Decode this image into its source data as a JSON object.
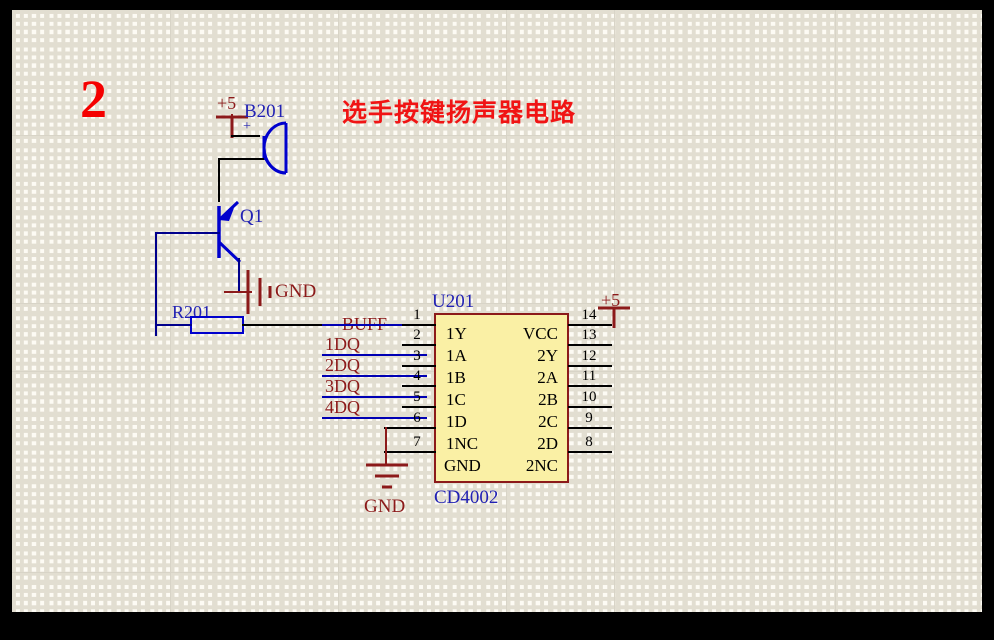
{
  "page": {
    "number": "2",
    "title": "选手按键扬声器电路",
    "background_color": "#fdfbf4",
    "frame_color": "#000000"
  },
  "colors": {
    "title": "#f01414",
    "page_number": "#f50000",
    "wire": "#000000",
    "net_wire": "#0000b4",
    "component_blue": "#2222b4",
    "power_ground": "#8c1a1a",
    "ic_fill": "#faf0a5",
    "ic_border": "#8c1a1a",
    "grid_minor": "#ded9cc",
    "grid_major": "#d8d4c7"
  },
  "components": {
    "buzzer": {
      "designator": "B201",
      "polarity_marker": "+",
      "icon": "speaker-icon"
    },
    "transistor": {
      "designator": "Q1",
      "icon": "transistor-npn-icon"
    },
    "resistor": {
      "designator": "R201",
      "icon": "resistor-icon"
    },
    "ic": {
      "designator": "U201",
      "part_number": "CD4002",
      "left_pins": [
        {
          "number": "1",
          "name": "1Y"
        },
        {
          "number": "2",
          "name": "1A"
        },
        {
          "number": "3",
          "name": "1B"
        },
        {
          "number": "4",
          "name": "1C"
        },
        {
          "number": "5",
          "name": "1D"
        },
        {
          "number": "6",
          "name": "1NC"
        },
        {
          "number": "7",
          "name": "GND"
        }
      ],
      "right_pins": [
        {
          "number": "14",
          "name": "VCC"
        },
        {
          "number": "13",
          "name": "2Y"
        },
        {
          "number": "12",
          "name": "2A"
        },
        {
          "number": "11",
          "name": "2B"
        },
        {
          "number": "10",
          "name": "2C"
        },
        {
          "number": "9",
          "name": "2D"
        },
        {
          "number": "8",
          "name": "2NC"
        }
      ]
    }
  },
  "net_labels": [
    {
      "text": "BUFF",
      "pin": "1"
    },
    {
      "text": "1DQ",
      "pin": "2"
    },
    {
      "text": "2DQ",
      "pin": "3"
    },
    {
      "text": "3DQ",
      "pin": "4"
    },
    {
      "text": "4DQ",
      "pin": "5"
    }
  ],
  "power_symbols": [
    {
      "text": "+5",
      "location": "buzzer-supply"
    },
    {
      "text": "+5",
      "location": "ic-vcc"
    }
  ],
  "ground_symbols": [
    {
      "text": "GND",
      "location": "emitter"
    },
    {
      "text": "GND",
      "location": "ic-gnd"
    }
  ]
}
